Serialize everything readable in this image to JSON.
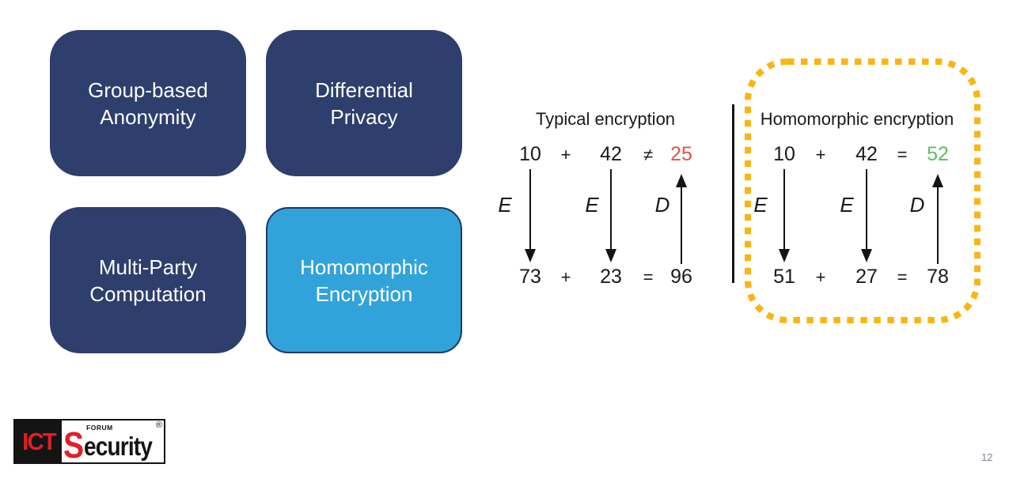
{
  "slide": {
    "background": "#FFFFFF",
    "page_number": "12"
  },
  "boxes": [
    {
      "name": "group-based-anonymity",
      "line1": "Group-based",
      "line2": "Anonymity",
      "bg": "#2E3E6D",
      "text_color": "#FFFFFF"
    },
    {
      "name": "differential-privacy",
      "line1": "Differential",
      "line2": "Privacy",
      "bg": "#2E3E6D",
      "text_color": "#FFFFFF"
    },
    {
      "name": "multi-party-computation",
      "line1": "Multi-Party",
      "line2": "Computation",
      "bg": "#2E3E6D",
      "text_color": "#FFFFFF"
    },
    {
      "name": "homomorphic-encryption",
      "line1": "Homomorphic",
      "line2": "Encryption",
      "bg": "#31A3DA",
      "border_color": "#1F3864",
      "text_color": "#FFFFFF"
    }
  ],
  "diagram": {
    "typical": {
      "title": "Typical encryption",
      "top": {
        "a": "10",
        "op": "+",
        "b": "42",
        "rel": "≠",
        "result": "25"
      },
      "bottom": {
        "a": "73",
        "op": "+",
        "b": "23",
        "rel": "=",
        "result": "96"
      },
      "encrypt_label": "E",
      "decrypt_label": "D",
      "result_color": "#E05252",
      "text_color": "#1A1A1A"
    },
    "homomorphic": {
      "title": "Homomorphic encryption",
      "top": {
        "a": "10",
        "op": "+",
        "b": "42",
        "rel": "=",
        "result": "52"
      },
      "bottom": {
        "a": "51",
        "op": "+",
        "b": "27",
        "rel": "=",
        "result": "78"
      },
      "encrypt_label": "E",
      "decrypt_label": "D",
      "result_color": "#5CBE5C",
      "text_color": "#1A1A1A",
      "highlight_border_color": "#F9B612"
    }
  },
  "logo": {
    "ict": "ICT",
    "s": "S",
    "ecurity": "ecurity",
    "forum": "FORUM",
    "registered": "®",
    "accent_color": "#E01F26"
  }
}
